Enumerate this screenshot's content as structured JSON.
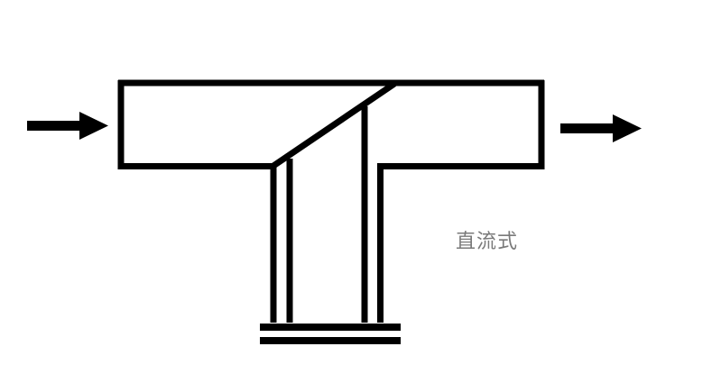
{
  "diagram": {
    "caption": "直流式",
    "colors": {
      "stroke": "#000000",
      "caption": "#7a7a7a",
      "background": "#ffffff"
    },
    "elements": [
      "inlet-arrow-icon",
      "outlet-arrow-icon",
      "tee-body",
      "diagonal-valve-plate",
      "valve-stem-left",
      "valve-stem-right",
      "base-plate"
    ]
  }
}
